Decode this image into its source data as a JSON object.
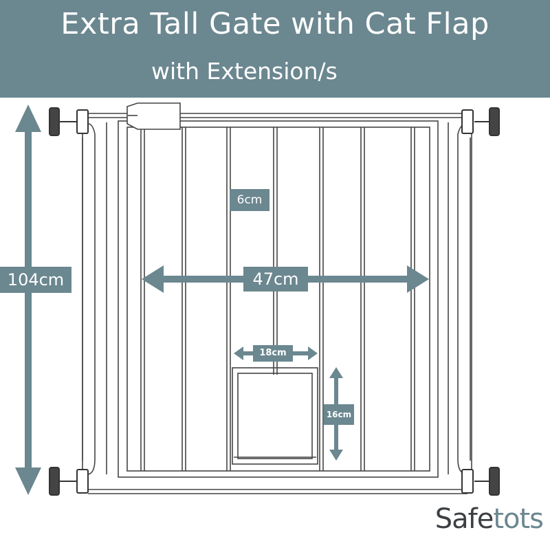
{
  "header": {
    "title": "Extra Tall Gate with Cat Flap",
    "subtitle": "with Extension/s"
  },
  "dimensions": {
    "height": "104cm",
    "width": "47cm",
    "bar_gap": "6cm",
    "flap_width": "18cm",
    "flap_height": "16cm"
  },
  "brand": {
    "part1": "Safe",
    "part2": "tots"
  },
  "colors": {
    "accent": "#6b8790",
    "outline": "#444444",
    "brand_dark": "#3c4043"
  }
}
